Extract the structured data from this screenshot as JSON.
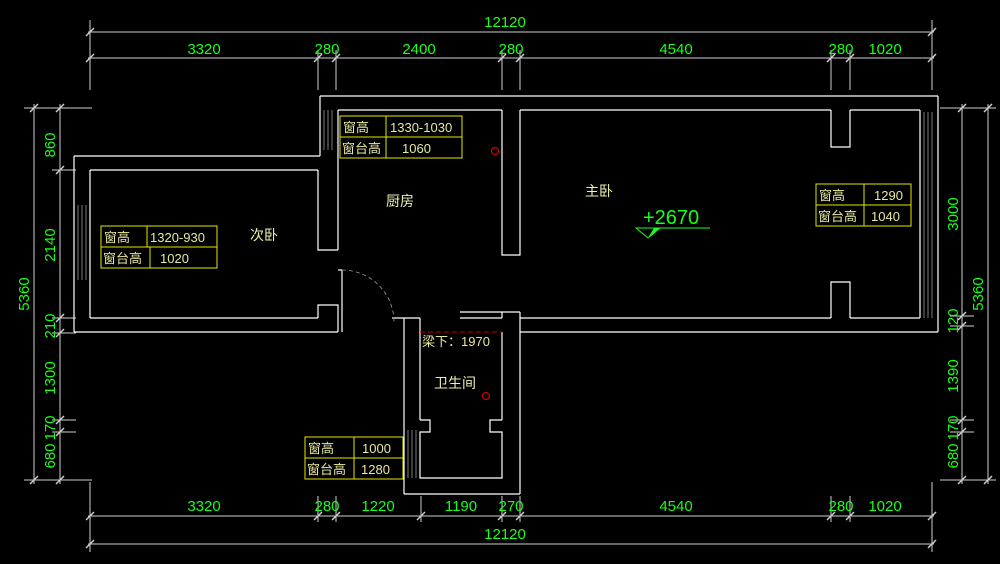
{
  "dimensions": {
    "top_total": "12120",
    "top": [
      "3320",
      "280",
      "2400",
      "280",
      "4540",
      "280",
      "1020"
    ],
    "bottom": [
      "3320",
      "280",
      "1220",
      "1190",
      "270",
      "4540",
      "280",
      "1020"
    ],
    "bottom_total": "12120",
    "left": [
      "860",
      "2140",
      "210",
      "1300",
      "680",
      "170"
    ],
    "left_total": "5360",
    "right": [
      "3000",
      "120",
      "1390",
      "680",
      "170"
    ],
    "right_total": "5360"
  },
  "rooms": {
    "kitchen": "厨房",
    "master_bedroom": "主卧",
    "second_bedroom": "次卧",
    "bathroom": "卫生间"
  },
  "elevation": "+2670",
  "beam": "梁下：1970",
  "window_tables": {
    "kitchen": {
      "h_label": "窗高",
      "h_value": "1330-1030",
      "sill_label": "窗台高",
      "sill_value": "1060"
    },
    "master": {
      "h_label": "窗高",
      "h_value": "1290",
      "sill_label": "窗台高",
      "sill_value": "1040"
    },
    "second": {
      "h_label": "窗高",
      "h_value": "1320-930",
      "sill_label": "窗台高",
      "sill_value": "1020"
    },
    "bathroom": {
      "h_label": "窗高",
      "h_value": "1000",
      "sill_label": "窗台高",
      "sill_value": "1280"
    }
  },
  "colors": {
    "background": "#000000",
    "dimension_text": "#19ff19",
    "wall": "#ffffff",
    "table": "#e6e600",
    "marker": "#cc0000"
  }
}
